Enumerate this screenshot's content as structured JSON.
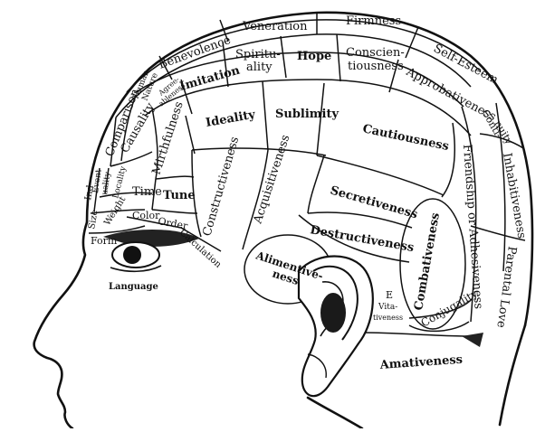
{
  "diagram": {
    "regions": {
      "veneration": "Veneration",
      "firmness": "Firmness",
      "benevolence": "Benevolence",
      "self_esteem": "Self-Esteem",
      "spirituality_1": "Spiritu-",
      "spirituality_2": "ality",
      "hope": "Hope",
      "conscientiousness_1": "Conscien-",
      "conscientiousness_2": "tiousness",
      "approbativeness": "Approbativeness",
      "imitation": "Imitation",
      "human_nature_1": "Human",
      "human_nature_2": "Nature",
      "agreeableness_1": "Agree-",
      "agreeableness_2": "ableness",
      "comparison": "Comparison",
      "causality": "Causality",
      "mirthfulness": "Mirthfulness",
      "ideality": "Ideality",
      "sublimity": "Sublimity",
      "cautiousness": "Cautiousness",
      "continuity_1": "Conti-",
      "continuity_2": "nuity",
      "inhabitiveness": "Inhabitiveness",
      "friendship": "Friendship or Adhesiveness",
      "parental_love": "Parental Love",
      "event_1": "Event",
      "event_2": "uality",
      "individuality": "Ind",
      "locality": "Locality",
      "time": "Time",
      "tune": "Tune",
      "size": "Size",
      "weight": "Weight",
      "color": "Color",
      "order": "Order",
      "calculation": "Calculation",
      "form": "Form",
      "language": "Language",
      "constructiveness": "Constructiveness",
      "acquisitiveness": "Acquisitiveness",
      "secretiveness": "Secretiveness",
      "destructiveness": "Destructiveness",
      "alimentiveness_1": "Alimentive-",
      "alimentiveness_2": "ness",
      "combativeness": "Combativeness",
      "conjugality": "Conjugality",
      "vitativeness_1": "E",
      "vitativeness_2": "Vita-",
      "vitativeness_3": "tiveness",
      "amativeness": "Amativeness"
    }
  }
}
